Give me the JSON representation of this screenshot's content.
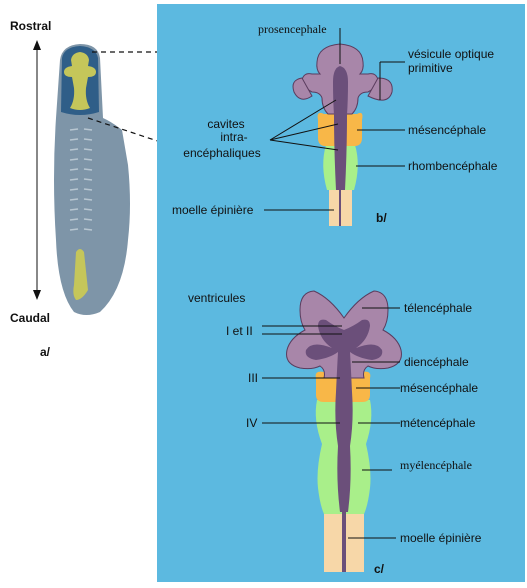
{
  "colors": {
    "panel_bg": "#5cb9e0",
    "prosencephale": "#a886a9",
    "mesencephale": "#f8b748",
    "rhombencephale": "#a9ef8a",
    "moelle": "#f7d7a8",
    "cavity": "#6b4f7a",
    "outline": "#5a3c5e",
    "embryo_body": "#7e95a8",
    "embryo_head": "#2f5e88",
    "embryo_neural_plate": "#c5c65a"
  },
  "panel_a": {
    "label_rostral": "Rostral",
    "label_caudal": "Caudal",
    "panel_label": "a/"
  },
  "panel_b": {
    "label_prosencephale": "prosencephale",
    "label_vesicule_line1": "vésicule optique",
    "label_vesicule_line2": "primitive",
    "label_cavites_line1": "cavites",
    "label_cavites_line2": "intra-",
    "label_cavites_line3": "encéphaliques",
    "label_mesencephale": "mésencéphale",
    "label_rhombencephale": "rhombencéphale",
    "label_moelle": "moelle épinière",
    "panel_label": "b/"
  },
  "panel_c": {
    "label_ventricules": "ventricules",
    "label_i_et_ii": "I et II",
    "label_telencephale": "télencéphale",
    "label_diencephale": "diencéphale",
    "label_iii": "III",
    "label_mesencephale": "mésencéphale",
    "label_iv": "IV",
    "label_metencephale": "métencéphale",
    "label_myelencephale": "myélencéphale",
    "label_moelle": "moelle épinière",
    "panel_label": "c/"
  }
}
